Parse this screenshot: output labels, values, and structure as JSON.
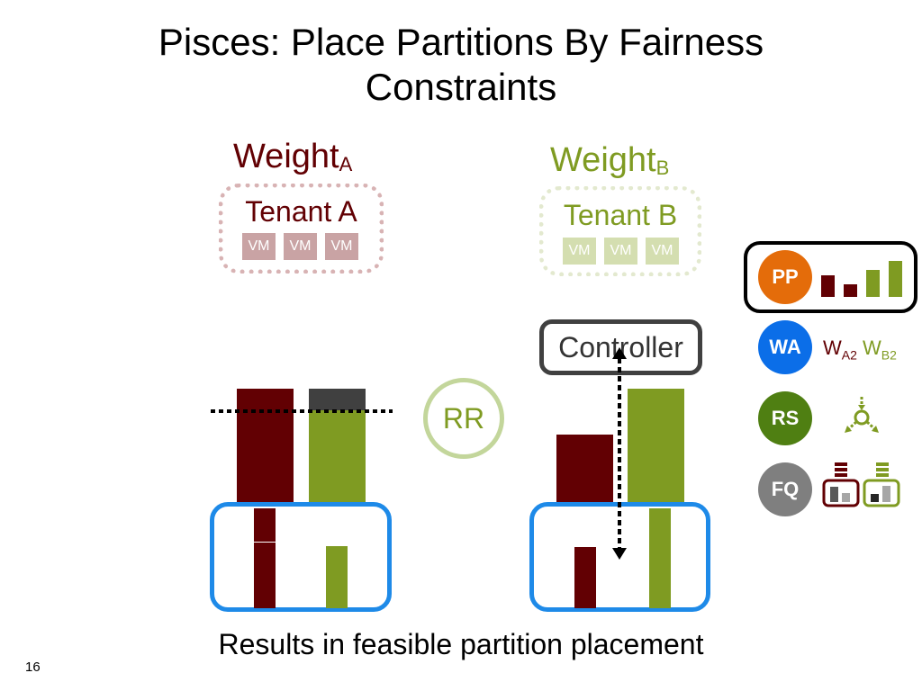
{
  "title_line1": "Pisces: Place Partitions By Fairness",
  "title_line2": "Constraints",
  "weight_a": {
    "text": "Weight",
    "sub": "A",
    "color": "#620003"
  },
  "weight_b": {
    "text": "Weight",
    "sub": "B",
    "color": "#7f9b22"
  },
  "tenant_a": {
    "label": "Tenant A",
    "vms": [
      "VM",
      "VM",
      "VM"
    ]
  },
  "tenant_b": {
    "label": "Tenant B",
    "vms": [
      "VM",
      "VM",
      "VM"
    ]
  },
  "controller": "Controller",
  "rr": "RR",
  "sidebar": {
    "pp": "PP",
    "wa": "WA",
    "rs": "RS",
    "fq": "FQ",
    "wa_label_a": {
      "text": "W",
      "sub": "A2"
    },
    "wa_label_b": {
      "text": "W",
      "sub": "B2"
    }
  },
  "footer": "Results in feasible partition placement",
  "page_number": "16",
  "colors": {
    "maroon": "#620003",
    "green": "#7f9b22",
    "blue": "#1e8ae8",
    "orange": "#e46c0a",
    "pp_circle": "#e46c0a",
    "wa_circle": "#0b6ee8",
    "rs_circle": "#4f7f12",
    "fq_circle": "#7f7f7f"
  }
}
